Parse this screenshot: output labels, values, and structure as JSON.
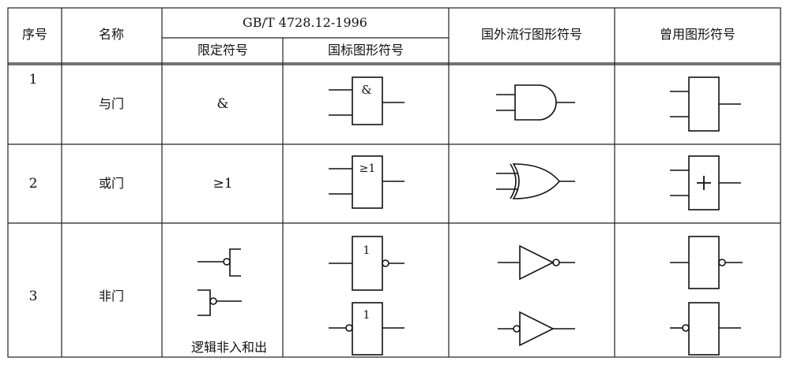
{
  "headers": {
    "seq": "序号",
    "name": "名称",
    "standard": "GB/T 4728.12-1996",
    "qualifier": "限定符号",
    "national": "国标图形符号",
    "foreign": "国外流行图形符号",
    "former": "曾用图形符号"
  },
  "rows": [
    {
      "seq": "1",
      "name": "与门",
      "qualifier": "&",
      "national_label": "&"
    },
    {
      "seq": "2",
      "name": "或门",
      "qualifier": "≥1",
      "national_label": "≥1",
      "former_label": "+"
    },
    {
      "seq": "3",
      "name": "非门",
      "note": "逻辑非入和出",
      "national_label_top": "1",
      "national_label_bottom": "1"
    }
  ]
}
